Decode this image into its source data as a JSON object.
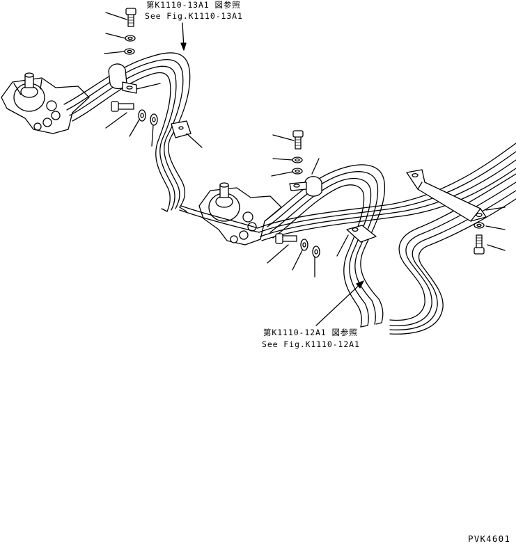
{
  "references": {
    "top": {
      "jp": "第K1110-13A1 図参照",
      "en": "See Fig.K1110-13A1"
    },
    "middle": {
      "jp": "第K1110-12A1 図参照",
      "en": "See Fig.K1110-12A1"
    }
  },
  "drawing_code": "PVK4601",
  "colors": {
    "line": "#000000",
    "background": "#ffffff"
  }
}
